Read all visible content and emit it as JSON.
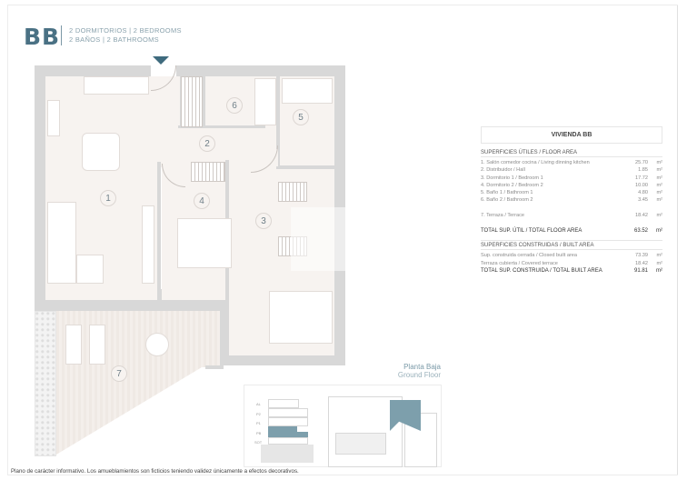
{
  "header": {
    "code": "BB",
    "line1": "2 DORMITORIOS | 2 BEDROOMS",
    "line2": "2 BAÑOS | 2 BATHROOMS"
  },
  "plan": {
    "rooms": [
      {
        "num": "1",
        "name": "Salón comedor cocina / Living dinning kitchen"
      },
      {
        "num": "2",
        "name": "Distribuidor / Hall"
      },
      {
        "num": "3",
        "name": "Dormitorio 1 / Bedroom 1"
      },
      {
        "num": "4",
        "name": "Dormitorio 2 / Bedroom 2"
      },
      {
        "num": "5",
        "name": "Baño 1 / Bathroom 1"
      },
      {
        "num": "6",
        "name": "Baño 2 / Bathroom 2"
      },
      {
        "num": "7",
        "name": "Terraza / Terrace"
      }
    ],
    "floor_label_es": "Planta Baja",
    "floor_label_en": "Ground Floor",
    "colors": {
      "accent": "#4a7184",
      "key_fill": "#7d9fac",
      "floor": "#f7f3f0",
      "wall": "#d8d8d8"
    }
  },
  "areas": {
    "title": "VIVIENDA BB",
    "floor_section": "SUPERFICIES ÚTILES / FLOOR AREA",
    "floor_rows": [
      {
        "label": "1. Salón comedor cocina / Living dinning kitchen",
        "value": "25.70",
        "unit": "m²"
      },
      {
        "label": "2. Distribuidor / Hall",
        "value": "1.85",
        "unit": "m²"
      },
      {
        "label": "3. Dormitorio 1 / Bedroom 1",
        "value": "17.72",
        "unit": "m²"
      },
      {
        "label": "4. Dormitorio 2 / Bedroom 2",
        "value": "10.00",
        "unit": "m²"
      },
      {
        "label": "5. Baño 1 / Bathroom 1",
        "value": "4.80",
        "unit": "m²"
      },
      {
        "label": "6. Baño 2 / Bathroom 2",
        "value": "3.45",
        "unit": "m²"
      }
    ],
    "terrace_row": {
      "label": "7. Terraza / Terrace",
      "value": "18.42",
      "unit": "m²"
    },
    "total_floor": {
      "label": "TOTAL SUP. ÚTIL / TOTAL FLOOR AREA",
      "value": "63.52",
      "unit": "m²"
    },
    "built_section": "SUPERFICIES CONSTRUIDAS / BUILT AREA",
    "built_rows": [
      {
        "label": "Sup. construida cerrada / Closed built area",
        "value": "73.39",
        "unit": "m²"
      },
      {
        "label": "Terraza cubierta / Covered terrace",
        "value": "18.42",
        "unit": "m²"
      }
    ],
    "total_built": {
      "label": "TOTAL SUP. CONSTRUIDA / TOTAL BUILT AREA",
      "value": "91.81",
      "unit": "m²"
    }
  },
  "key_plan": {
    "levels": [
      "AL",
      "P2",
      "P1",
      "PB",
      "SOT"
    ]
  },
  "footnote": "Plano de carácter informativo. Los amueblamientos son ficticios teniendo validez únicamente a efectos decorativos."
}
